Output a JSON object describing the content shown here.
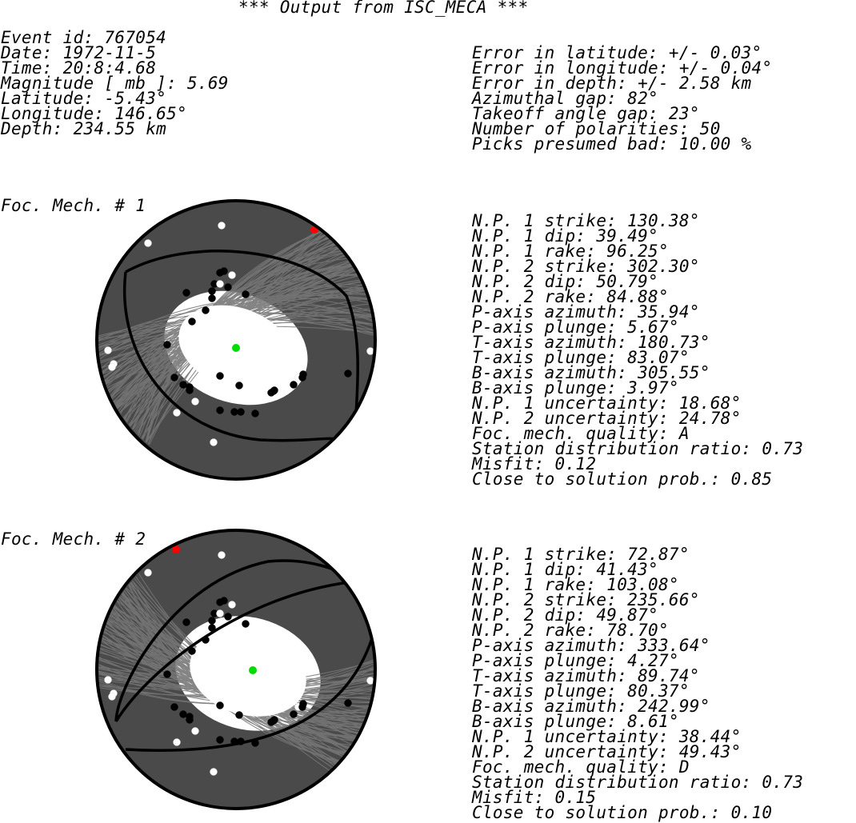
{
  "title": "*** Output from ISC_MECA ***",
  "event": {
    "lines": [
      "Event id: 767054",
      "Date: 1972-11-5",
      "Time: 20:8:4.68",
      "Magnitude [ mb ]: 5.69",
      "Latitude: -5.43°",
      "Longitude: 146.65°",
      "Depth: 234.55 km"
    ]
  },
  "errors": {
    "lines": [
      "Error in latitude: +/- 0.03°",
      "Error in longitude: +/- 0.04°",
      "Error in depth: +/- 2.58 km",
      "Azimuthal gap: 82°",
      "Takeoff angle gap: 23°",
      "Number of polarities: 50",
      "Picks presumed bad: 10.00 %"
    ]
  },
  "mechanisms": [
    {
      "label": "Foc. Mech. # 1",
      "stats": [
        "N.P. 1 strike: 130.38°",
        "N.P. 1 dip: 39.49°",
        "N.P. 1 rake: 96.25°",
        "N.P. 2 strike: 302.30°",
        "N.P. 2 dip: 50.79°",
        "N.P. 2 rake: 84.88°",
        "P-axis azimuth: 35.94°",
        "P-axis plunge: 5.67°",
        "T-axis azimuth: 180.73°",
        "T-axis plunge: 83.07°",
        "B-axis azimuth: 305.55°",
        "B-axis plunge: 3.97°",
        "N.P. 1 uncertainty: 18.68°",
        "N.P. 2 uncertainty: 24.78°",
        "Foc. mech. quality: A",
        "Station distribution ratio: 0.73",
        "Misfit: 0.12",
        "Close to solution prob.: 0.85"
      ]
    },
    {
      "label": "Foc. Mech. # 2",
      "stats": [
        "N.P. 1 strike: 72.87°",
        "N.P. 1 dip: 41.43°",
        "N.P. 1 rake: 103.08°",
        "N.P. 2 strike: 235.66°",
        "N.P. 2 dip: 49.87°",
        "N.P. 2 rake: 78.70°",
        "P-axis azimuth: 333.64°",
        "P-axis plunge: 4.27°",
        "T-axis azimuth: 89.74°",
        "T-axis plunge: 80.37°",
        "B-axis azimuth: 242.99°",
        "B-axis plunge: 8.61°",
        "N.P. 1 uncertainty: 38.44°",
        "N.P. 2 uncertainty: 49.43°",
        "Foc. mech. quality: D",
        "Station distribution ratio: 0.73",
        "Misfit: 0.15",
        "Close to solution prob.: 0.10"
      ]
    }
  ],
  "colors": {
    "compressional_fill": "#4a4a4a",
    "dilatational_fill": "#ffffff",
    "outline": "#000000",
    "p_axis": "#ff0000",
    "t_axis": "#00dd00"
  }
}
